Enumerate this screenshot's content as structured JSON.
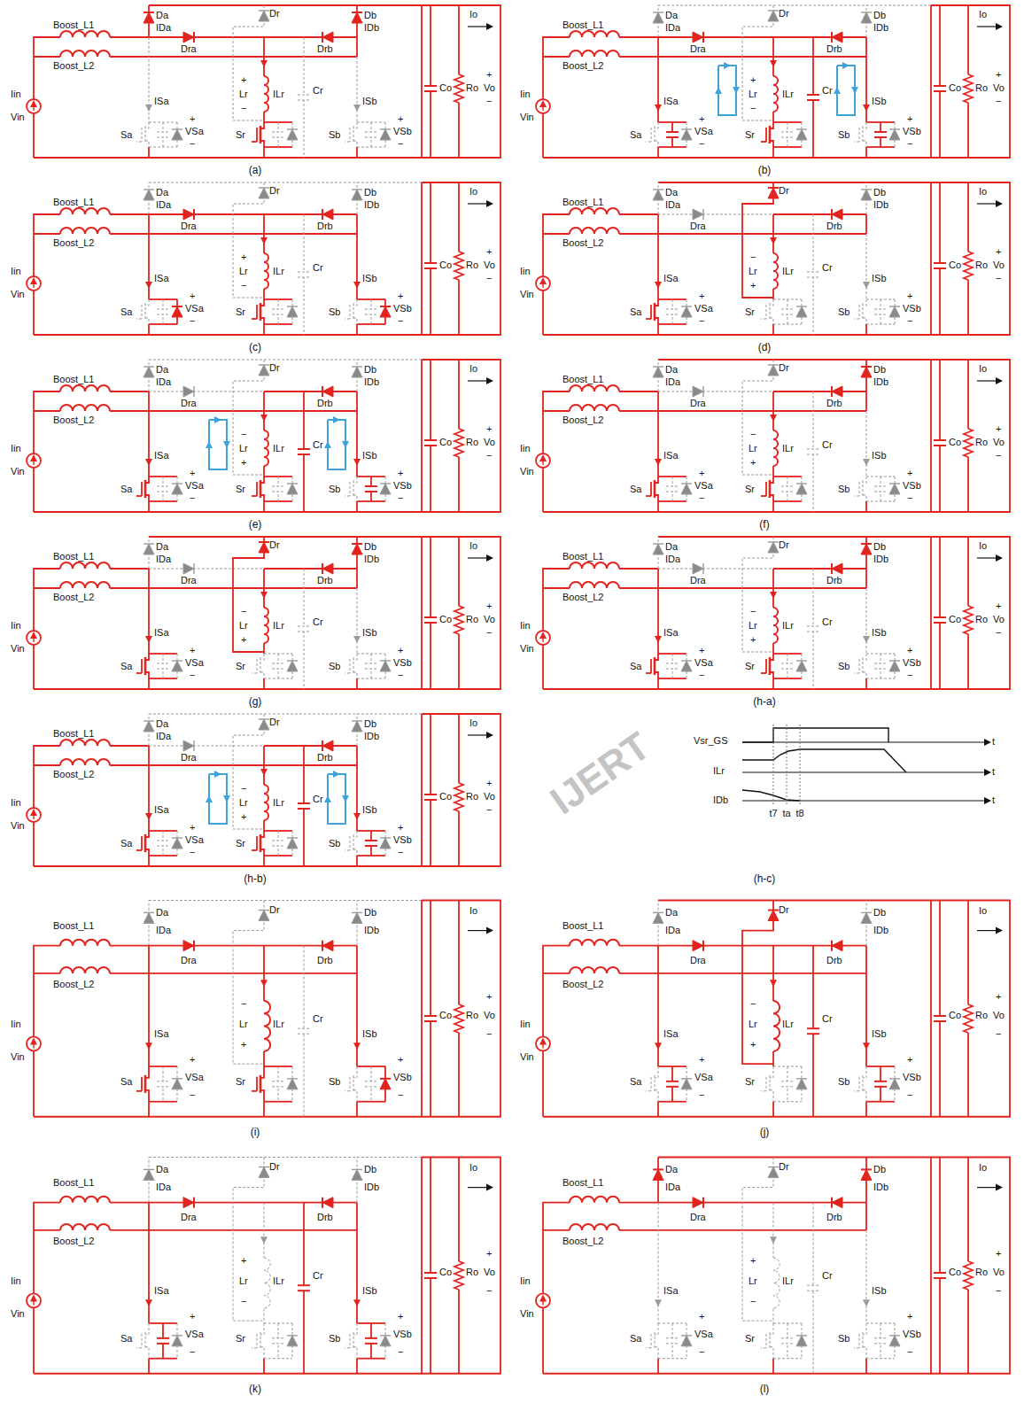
{
  "diagram": {
    "labels": [
      "Da",
      "IDa",
      "Dra",
      "Dr",
      "Db",
      "IDb",
      "Drb",
      "Boost_L1",
      "Boost_L2",
      "Iin",
      "Vin",
      "+",
      "Lr",
      "−",
      "ILr",
      "Cr",
      "ISa",
      "ISb",
      "Sa",
      "+",
      "VSa",
      "−",
      "Sr",
      "Sb",
      "+",
      "VSb",
      "−",
      "Io",
      "Co",
      "Ro",
      "+",
      "Vo",
      "−",
      "(a)",
      "Da",
      "IDa",
      "Dra",
      "Dr",
      "Db",
      "IDb",
      "Drb",
      "Boost_L1",
      "Boost_L2",
      "Iin",
      "Vin",
      "+",
      "Lr",
      "−",
      "ILr",
      "Cr",
      "ISa",
      "ISb",
      "Sa",
      "+",
      "VSa",
      "−",
      "Sr",
      "Sb",
      "+",
      "VSb",
      "−",
      "Io",
      "Co",
      "Ro",
      "+",
      "Vo",
      "−",
      "(b)",
      "Da",
      "IDa",
      "Dra",
      "Dr",
      "Db",
      "IDb",
      "Drb",
      "Boost_L1",
      "Boost_L2",
      "Iin",
      "Vin",
      "+",
      "Lr",
      "−",
      "ILr",
      "Cr",
      "ISa",
      "ISb",
      "Sa",
      "+",
      "VSa",
      "−",
      "Sr",
      "Sb",
      "+",
      "VSb",
      "−",
      "Io",
      "Co",
      "Ro",
      "+",
      "Vo",
      "−",
      "(c)",
      "Da",
      "IDa",
      "Dra",
      "Dr",
      "Db",
      "IDb",
      "Drb",
      "Boost_L1",
      "Boost_L2",
      "Iin",
      "Vin",
      "−",
      "Lr",
      "+",
      "ILr",
      "Cr",
      "ISa",
      "ISb",
      "Sa",
      "+",
      "VSa",
      "−",
      "Sr",
      "Sb",
      "+",
      "VSb",
      "−",
      "Io",
      "Co",
      "Ro",
      "+",
      "Vo",
      "−",
      "(d)",
      "Da",
      "IDa",
      "Dra",
      "Dr",
      "Db",
      "IDb",
      "Drb",
      "Boost_L1",
      "Boost_L2",
      "Iin",
      "Vin",
      "−",
      "Lr",
      "+",
      "ILr",
      "Cr",
      "ISa",
      "ISb",
      "Sa",
      "+",
      "VSa",
      "−",
      "Sr",
      "Sb",
      "+",
      "VSb",
      "−",
      "Io",
      "Co",
      "Ro",
      "+",
      "Vo",
      "−",
      "(e)",
      "Da",
      "IDa",
      "Dra",
      "Dr",
      "Db",
      "IDb",
      "Drb",
      "Boost_L1",
      "Boost_L2",
      "Iin",
      "Vin",
      "−",
      "Lr",
      "+",
      "ILr",
      "Cr",
      "ISa",
      "ISb",
      "Sa",
      "+",
      "VSa",
      "−",
      "Sr",
      "Sb",
      "+",
      "VSb",
      "−",
      "Io",
      "Co",
      "Ro",
      "+",
      "Vo",
      "−",
      "(f)",
      "Da",
      "IDa",
      "Dra",
      "Dr",
      "Db",
      "IDb",
      "Drb",
      "Boost_L1",
      "Boost_L2",
      "Iin",
      "Vin",
      "−",
      "Lr",
      "+",
      "ILr",
      "Cr",
      "ISa",
      "ISb",
      "Sa",
      "+",
      "VSa",
      "−",
      "Sr",
      "Sb",
      "+",
      "VSb",
      "−",
      "Io",
      "Co",
      "Ro",
      "+",
      "Vo",
      "−",
      "(g)",
      "Da",
      "IDa",
      "Dra",
      "Dr",
      "Db",
      "IDb",
      "Drb",
      "Boost_L1",
      "Boost_L2",
      "Iin",
      "Vin",
      "−",
      "Lr",
      "+",
      "ILr",
      "Cr",
      "ISa",
      "ISb",
      "Sa",
      "+",
      "VSa",
      "−",
      "Sr",
      "Sb",
      "+",
      "VSb",
      "−",
      "Io",
      "Co",
      "Ro",
      "+",
      "Vo",
      "−",
      "(h-a)",
      "Da",
      "IDa",
      "Dra",
      "Dr",
      "Db",
      "IDb",
      "Drb",
      "Boost_L1",
      "Boost_L2",
      "Iin",
      "Vin",
      "−",
      "Lr",
      "+",
      "ILr",
      "Cr",
      "ISa",
      "ISb",
      "Sa",
      "+",
      "VSa",
      "−",
      "Sr",
      "Sb",
      "+",
      "VSb",
      "−",
      "Io",
      "Co",
      "Ro",
      "+",
      "Vo",
      "−",
      "(h-b)",
      "Vsr_GS",
      "t",
      "ILr",
      "t",
      "IDb",
      "t",
      "t7",
      "ta",
      "t8",
      "(h-c)",
      "Da",
      "IDa",
      "Dra",
      "Dr",
      "Db",
      "IDb",
      "Drb",
      "Boost_L1",
      "Boost_L2",
      "Iin",
      "Vin",
      "−",
      "Lr",
      "+",
      "ILr",
      "Cr",
      "ISa",
      "ISb",
      "Sa",
      "+",
      "VSa",
      "−",
      "Sr",
      "Sb",
      "+",
      "VSb",
      "−",
      "Io",
      "Co",
      "Ro",
      "+",
      "Vo",
      "−",
      "(i)",
      "Da",
      "IDa",
      "Dra",
      "Dr",
      "Db",
      "IDb",
      "Drb",
      "Boost_L1",
      "Boost_L2",
      "Iin",
      "Vin",
      "−",
      "Lr",
      "+",
      "ILr",
      "Cr",
      "ISa",
      "ISb",
      "Sa",
      "+",
      "VSa",
      "−",
      "Sr",
      "Sb",
      "+",
      "VSb",
      "−",
      "Io",
      "Co",
      "Ro",
      "+",
      "Vo",
      "−",
      "(j)",
      "Da",
      "IDa",
      "Dra",
      "Dr",
      "Db",
      "IDb",
      "Drb",
      "Boost_L1",
      "Boost_L2",
      "Iin",
      "Vin",
      "+",
      "Lr",
      "−",
      "ILr",
      "Cr",
      "ISa",
      "ISb",
      "Sa",
      "+",
      "VSa",
      "−",
      "Sr",
      "Sb",
      "+",
      "VSb",
      "−",
      "Io",
      "Co",
      "Ro",
      "+",
      "Vo",
      "−",
      "(k)",
      "Da",
      "IDa",
      "Dra",
      "Dr",
      "Db",
      "IDb",
      "Drb",
      "Boost_L1",
      "Boost_L2",
      "Iin",
      "Vin",
      "+",
      "Lr",
      "−",
      "ILr",
      "Cr",
      "ISa",
      "ISb",
      "Sa",
      "+",
      "VSa",
      "−",
      "Sr",
      "Sb",
      "+",
      "VSb",
      "−",
      "Io",
      "Co",
      "Ro",
      "+",
      "Vo",
      "−",
      "(l)",
      "IJERT"
    ]
  }
}
